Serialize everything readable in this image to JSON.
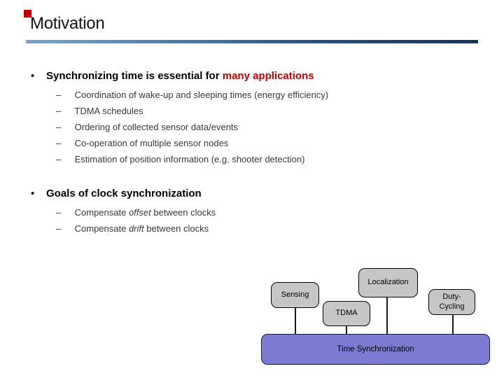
{
  "slide": {
    "title": "Motivation",
    "markers": {
      "bullet": "•",
      "dash": "–"
    },
    "colors": {
      "accent_red": "#C00000",
      "rule_left": "#7AA3D2",
      "rule_right": "#15345B",
      "node_gray": "#C6C6C6",
      "main_box_purple": "#7C7CD2"
    },
    "bullet1": {
      "text": "Synchronizing time is essential for ",
      "highlight": "many applications",
      "items": [
        "Coordination of wake-up and sleeping times (energy efficiency)",
        "TDMA schedules",
        "Ordering of collected sensor data/events",
        "Co-operation of multiple sensor nodes",
        "Estimation of position information (e.g. shooter detection)"
      ]
    },
    "bullet2": {
      "text": "Goals of clock synchronization",
      "items": [
        {
          "pre": "Compensate ",
          "em": "offset",
          "post": " between clocks"
        },
        {
          "pre": "Compensate ",
          "em": "drift",
          "post": " between clocks"
        }
      ]
    },
    "diagram": {
      "sensing": "Sensing",
      "localization": "Localization",
      "tdma": "TDMA",
      "duty_line1": "Duty-",
      "duty_line2": "Cycling",
      "main": "Time Synchronization"
    }
  }
}
